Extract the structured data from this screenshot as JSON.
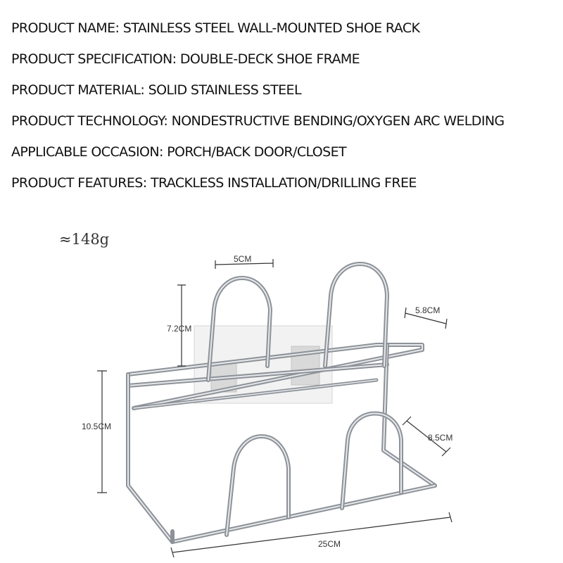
{
  "specs": [
    {
      "label": "PRODUCT NAME",
      "value": "STAINLESS STEEL WALL-MOUNTED SHOE RACK"
    },
    {
      "label": "PRODUCT SPECIFICATION",
      "value": "DOUBLE-DECK SHOE FRAME"
    },
    {
      "label": "PRODUCT MATERIAL",
      "value": "SOLID STAINLESS STEEL"
    },
    {
      "label": "PRODUCT TECHNOLOGY",
      "value": "NONDESTRUCTIVE BENDING/OXYGEN ARC WELDING"
    },
    {
      "label": "APPLICABLE OCCASION",
      "value": "PORCH/BACK DOOR/CLOSET"
    },
    {
      "label": "PRODUCT FEATURES",
      "value": "TRACKLESS INSTALLATION/DRILLING FREE"
    }
  ],
  "weight": "≈148g",
  "dimensions": {
    "hook_width": "5CM",
    "hook_height": "7.2CM",
    "depth_top": "5.8CM",
    "frame_height": "10.5CM",
    "depth_bottom": "8.5CM",
    "length": "25CM"
  },
  "colors": {
    "steel": "#b8bcc2",
    "steel_dark": "#8a8f96",
    "pad": "#f1f1f1"
  }
}
